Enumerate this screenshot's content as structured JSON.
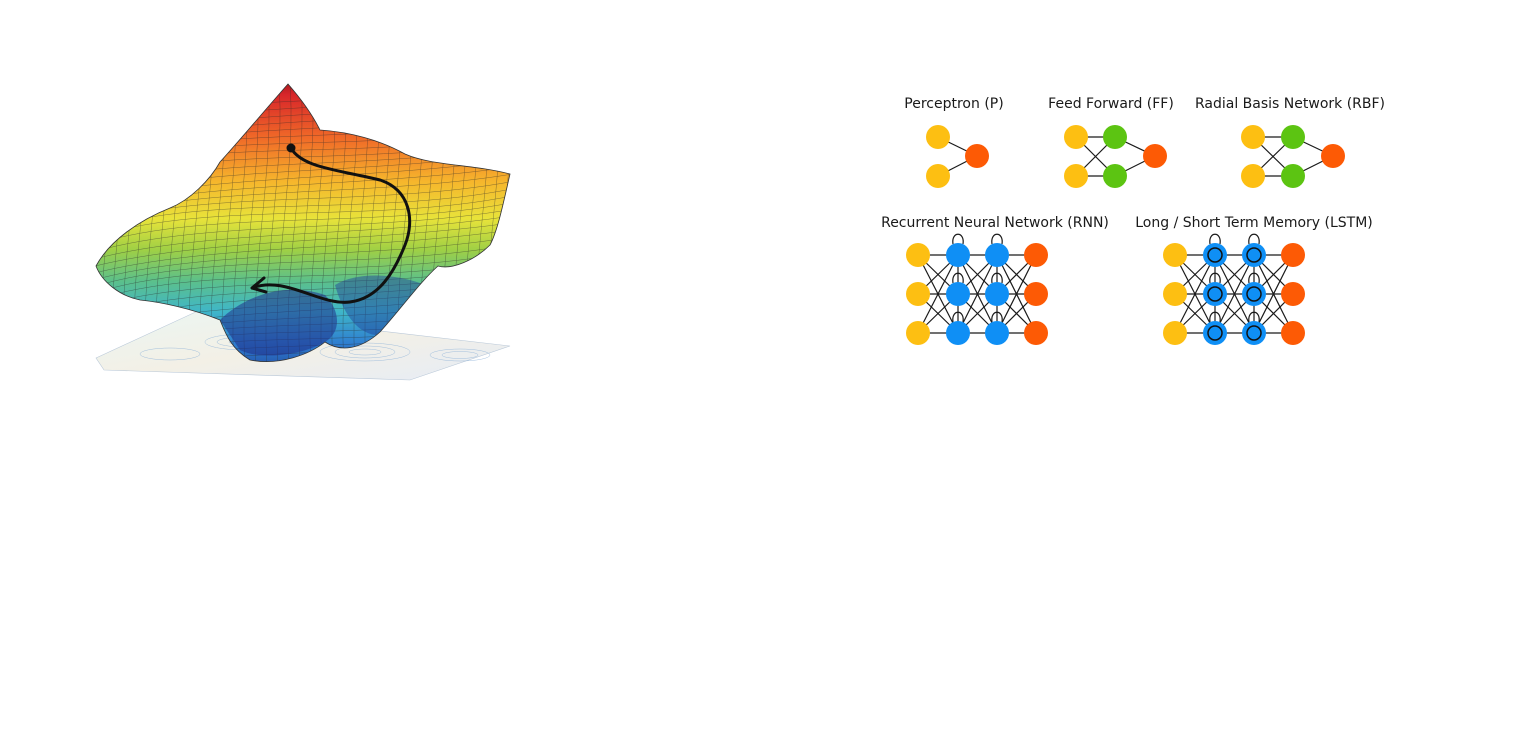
{
  "networks": {
    "perceptron": {
      "title": "Perceptron (P)"
    },
    "feed_forward": {
      "title": "Feed Forward (FF)"
    },
    "rbf": {
      "title": "Radial Basis Network (RBF)"
    },
    "rnn": {
      "title": "Recurrent Neural Network (RNN)"
    },
    "lstm": {
      "title": "Long / Short Term Memory (LSTM)"
    }
  },
  "colors": {
    "input_cell": "#fdbf12",
    "output_cell": "#fd5a05",
    "hidden_cell": "#5cc412",
    "recurrent_cell": "#0f8ff5",
    "memory_cell": "#0f8ff5",
    "edge": "#1a1a1a"
  },
  "landscape": {
    "description_icon": "loss-surface-3d-icon",
    "path_icon": "gradient-descent-path-icon"
  }
}
